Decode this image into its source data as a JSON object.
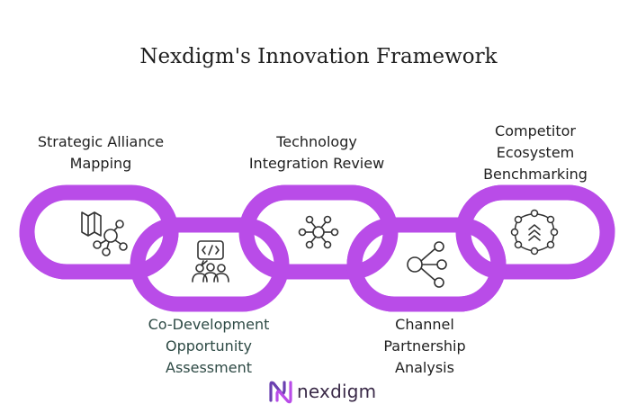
{
  "title": "Nexdigm's Innovation Framework",
  "links": [
    {
      "label_lines": [
        "Strategic Alliance",
        "Mapping"
      ],
      "icon": "alliance-network-icon",
      "position": "top"
    },
    {
      "label_lines": [
        "Co-Development",
        "Opportunity",
        "Assessment"
      ],
      "icon": "team-code-collaboration-icon",
      "position": "bottom"
    },
    {
      "label_lines": [
        "Technology",
        "Integration Review"
      ],
      "icon": "hub-network-icon",
      "position": "top"
    },
    {
      "label_lines": [
        "Channel",
        "Partnership",
        "Analysis"
      ],
      "icon": "distribution-nodes-icon",
      "position": "bottom"
    },
    {
      "label_lines": [
        "Competitor",
        "Ecosystem",
        "Benchmarking"
      ],
      "icon": "ecosystem-ring-icon",
      "position": "top"
    }
  ],
  "colors": {
    "chain": "#b94ce8",
    "chain_inner": "#ffffff",
    "icon": "#333333"
  },
  "logo": {
    "text": "nexdigm",
    "icon": "nexdigm-logo-icon"
  }
}
